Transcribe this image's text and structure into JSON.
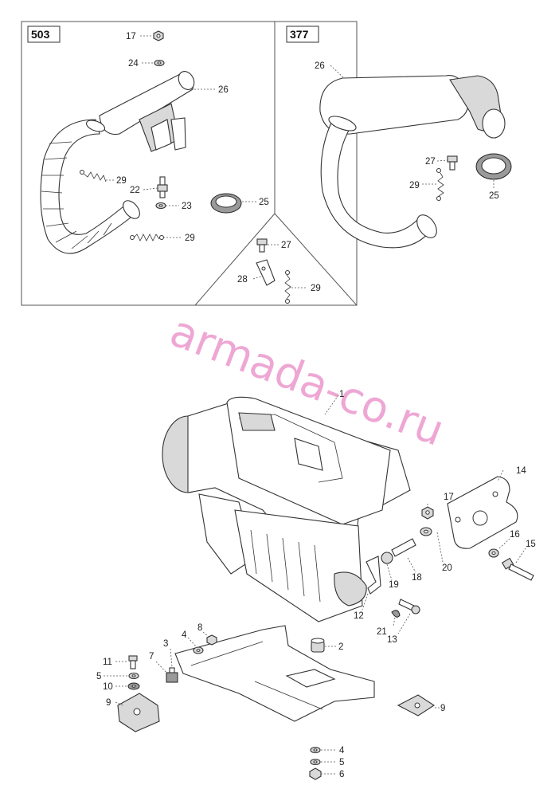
{
  "boxes": {
    "left_tag": "503",
    "right_tag": "377"
  },
  "watermark": "armada-co.ru",
  "labels": {
    "p17a": "17",
    "p24": "24",
    "p26a": "26",
    "p29a": "29",
    "p22": "22",
    "p23": "23",
    "p25a": "25",
    "p29b": "29",
    "p26b": "26",
    "p27a": "27",
    "p29c": "29",
    "p25b": "25",
    "p27b": "27",
    "p28": "28",
    "p29d": "29",
    "p1": "1",
    "p14": "14",
    "p17b": "17",
    "p16": "16",
    "p15": "15",
    "p20": "20",
    "p18": "18",
    "p19": "19",
    "p12": "12",
    "p21": "21",
    "p13": "13",
    "p8": "8",
    "p4a": "4",
    "p3": "3",
    "p2": "2",
    "p7": "7",
    "p11": "11",
    "p5a": "5",
    "p10": "10",
    "p9a": "9",
    "p9b": "9",
    "p4b": "4",
    "p5b": "5",
    "p6": "6"
  }
}
